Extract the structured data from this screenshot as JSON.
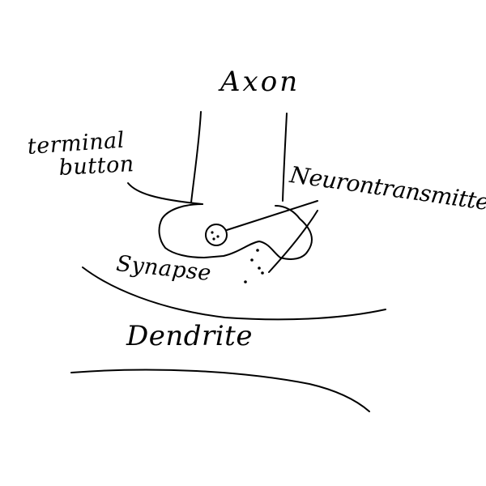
{
  "labels": {
    "axon": "Axon",
    "terminal": "terminal",
    "button": "button",
    "neurotransmitters": "Neurontransmitters",
    "synapse": "Synapse",
    "dendrite": "Dendrite"
  },
  "colors": {
    "ink": "#000000",
    "paper": "#ffffff"
  }
}
